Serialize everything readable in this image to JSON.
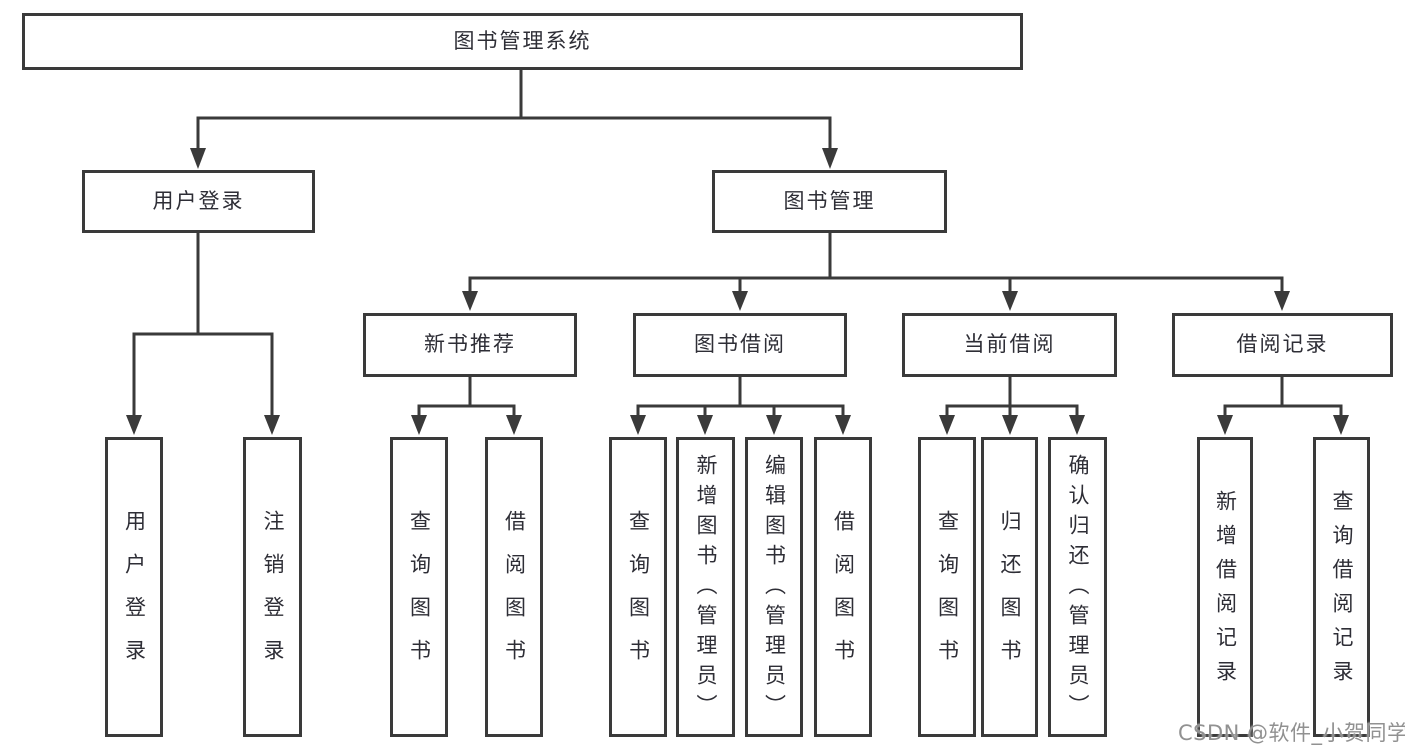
{
  "diagram": {
    "root": {
      "label": "图书管理系统"
    },
    "level2": [
      {
        "label": "用户登录"
      },
      {
        "label": "图书管理"
      }
    ],
    "level3": [
      {
        "label": "新书推荐"
      },
      {
        "label": "图书借阅"
      },
      {
        "label": "当前借阅"
      },
      {
        "label": "借阅记录"
      }
    ],
    "leaves": [
      {
        "label": "用户登录",
        "parent": "用户登录"
      },
      {
        "label": "注销登录",
        "parent": "用户登录"
      },
      {
        "label": "查询图书",
        "parent": "新书推荐"
      },
      {
        "label": "借阅图书",
        "parent": "新书推荐"
      },
      {
        "label": "查询图书",
        "parent": "图书借阅"
      },
      {
        "label": "新增图书（管理员）",
        "parent": "图书借阅"
      },
      {
        "label": "编辑图书（管理员）",
        "parent": "图书借阅"
      },
      {
        "label": "借阅图书",
        "parent": "图书借阅"
      },
      {
        "label": "查询图书",
        "parent": "当前借阅"
      },
      {
        "label": "归还图书",
        "parent": "当前借阅"
      },
      {
        "label": "确认归还（管理员）",
        "parent": "当前借阅"
      },
      {
        "label": "新增借阅记录",
        "parent": "借阅记录"
      },
      {
        "label": "查询借阅记录",
        "parent": "借阅记录"
      }
    ]
  },
  "watermark": "CSDN @软件_小贺同学",
  "colors": {
    "line": "#3a3a3a",
    "box_border": "#3a3a3a",
    "text": "#2e2e36",
    "watermark": "#919191",
    "background": "#ffffff"
  }
}
